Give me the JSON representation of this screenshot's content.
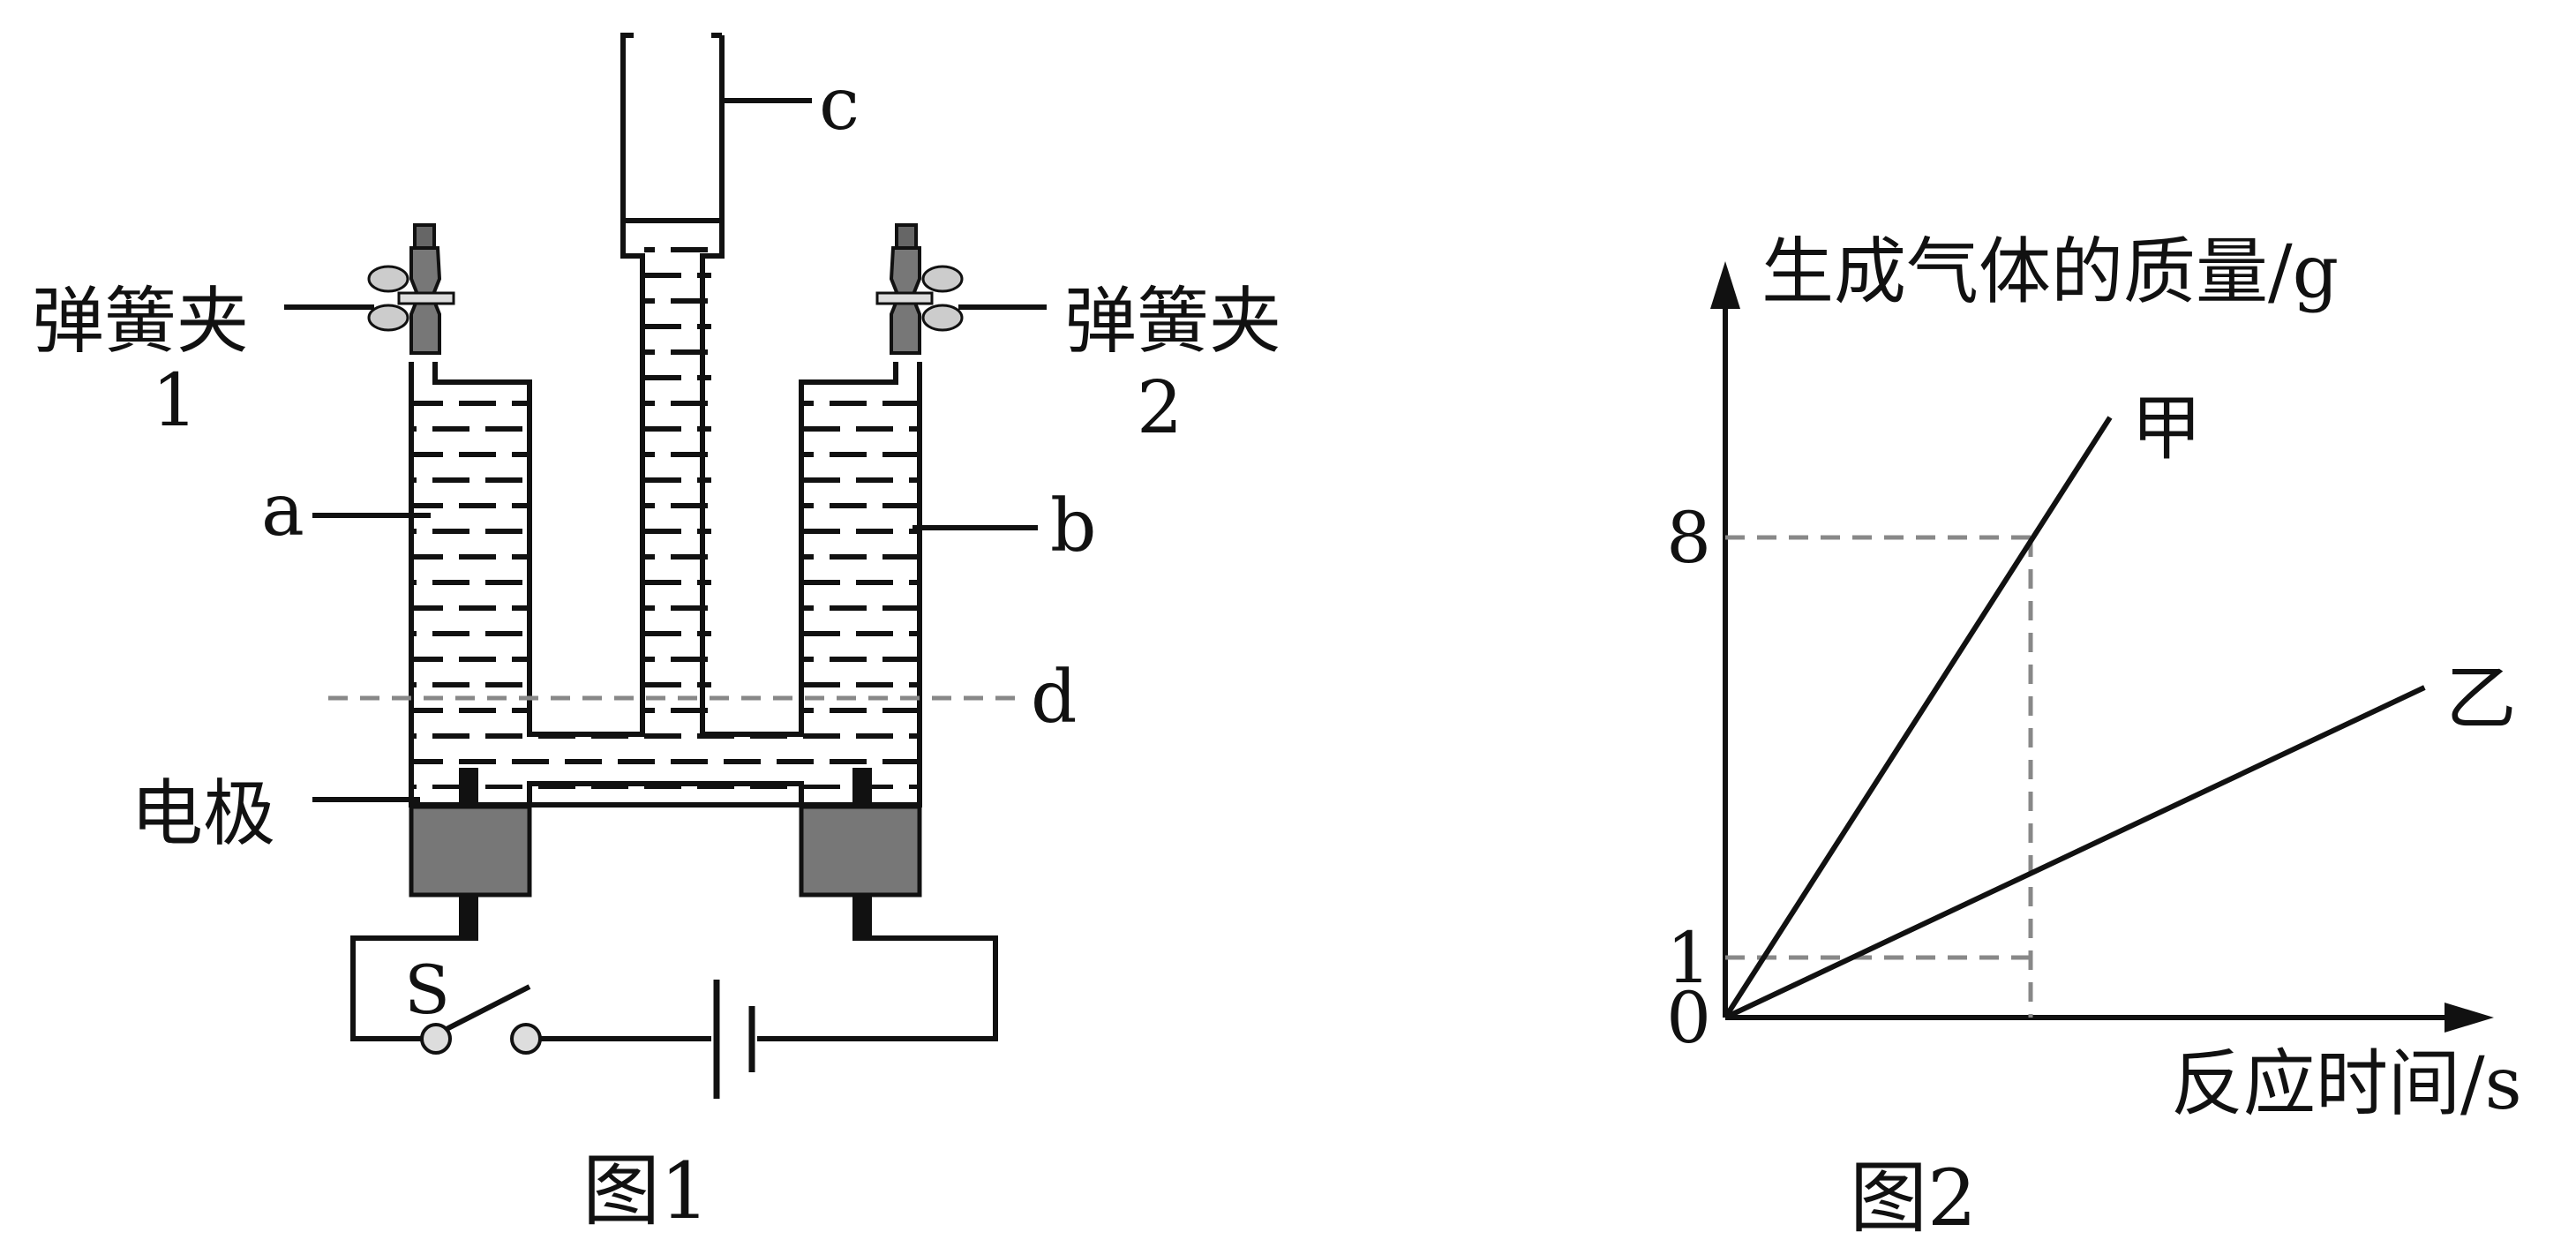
{
  "figure1": {
    "caption": "图1",
    "labels": {
      "clamp1_text": "弹簧夹",
      "clamp1_num": "1",
      "clamp2_text": "弹簧夹",
      "clamp2_num": "2",
      "a": "a",
      "b": "b",
      "c": "c",
      "d": "d",
      "electrode": "电极",
      "switch": "S"
    }
  },
  "figure2": {
    "caption": "图2",
    "chart_data": {
      "type": "line",
      "ylabel": "生成气体的质量/g",
      "xlabel": "反应时间/s",
      "yticks": [
        "0",
        "1",
        "8"
      ],
      "series": [
        {
          "name": "甲",
          "points": [
            [
              0,
              0
            ],
            [
              1.26,
              10
            ]
          ]
        },
        {
          "name": "乙",
          "points": [
            [
              0,
              0
            ],
            [
              2.29,
              5.5
            ]
          ]
        }
      ],
      "reference_lines": [
        {
          "y": 8,
          "x_at": 1.0
        },
        {
          "y": 1,
          "x_at": 1.0
        }
      ],
      "xlim": [
        0,
        2.45
      ],
      "ylim": [
        0,
        11.5
      ],
      "grid": false
    }
  },
  "colors": {
    "ink": "#111111",
    "electrode_fill": "#777777",
    "dashed_ref": "#888888"
  }
}
